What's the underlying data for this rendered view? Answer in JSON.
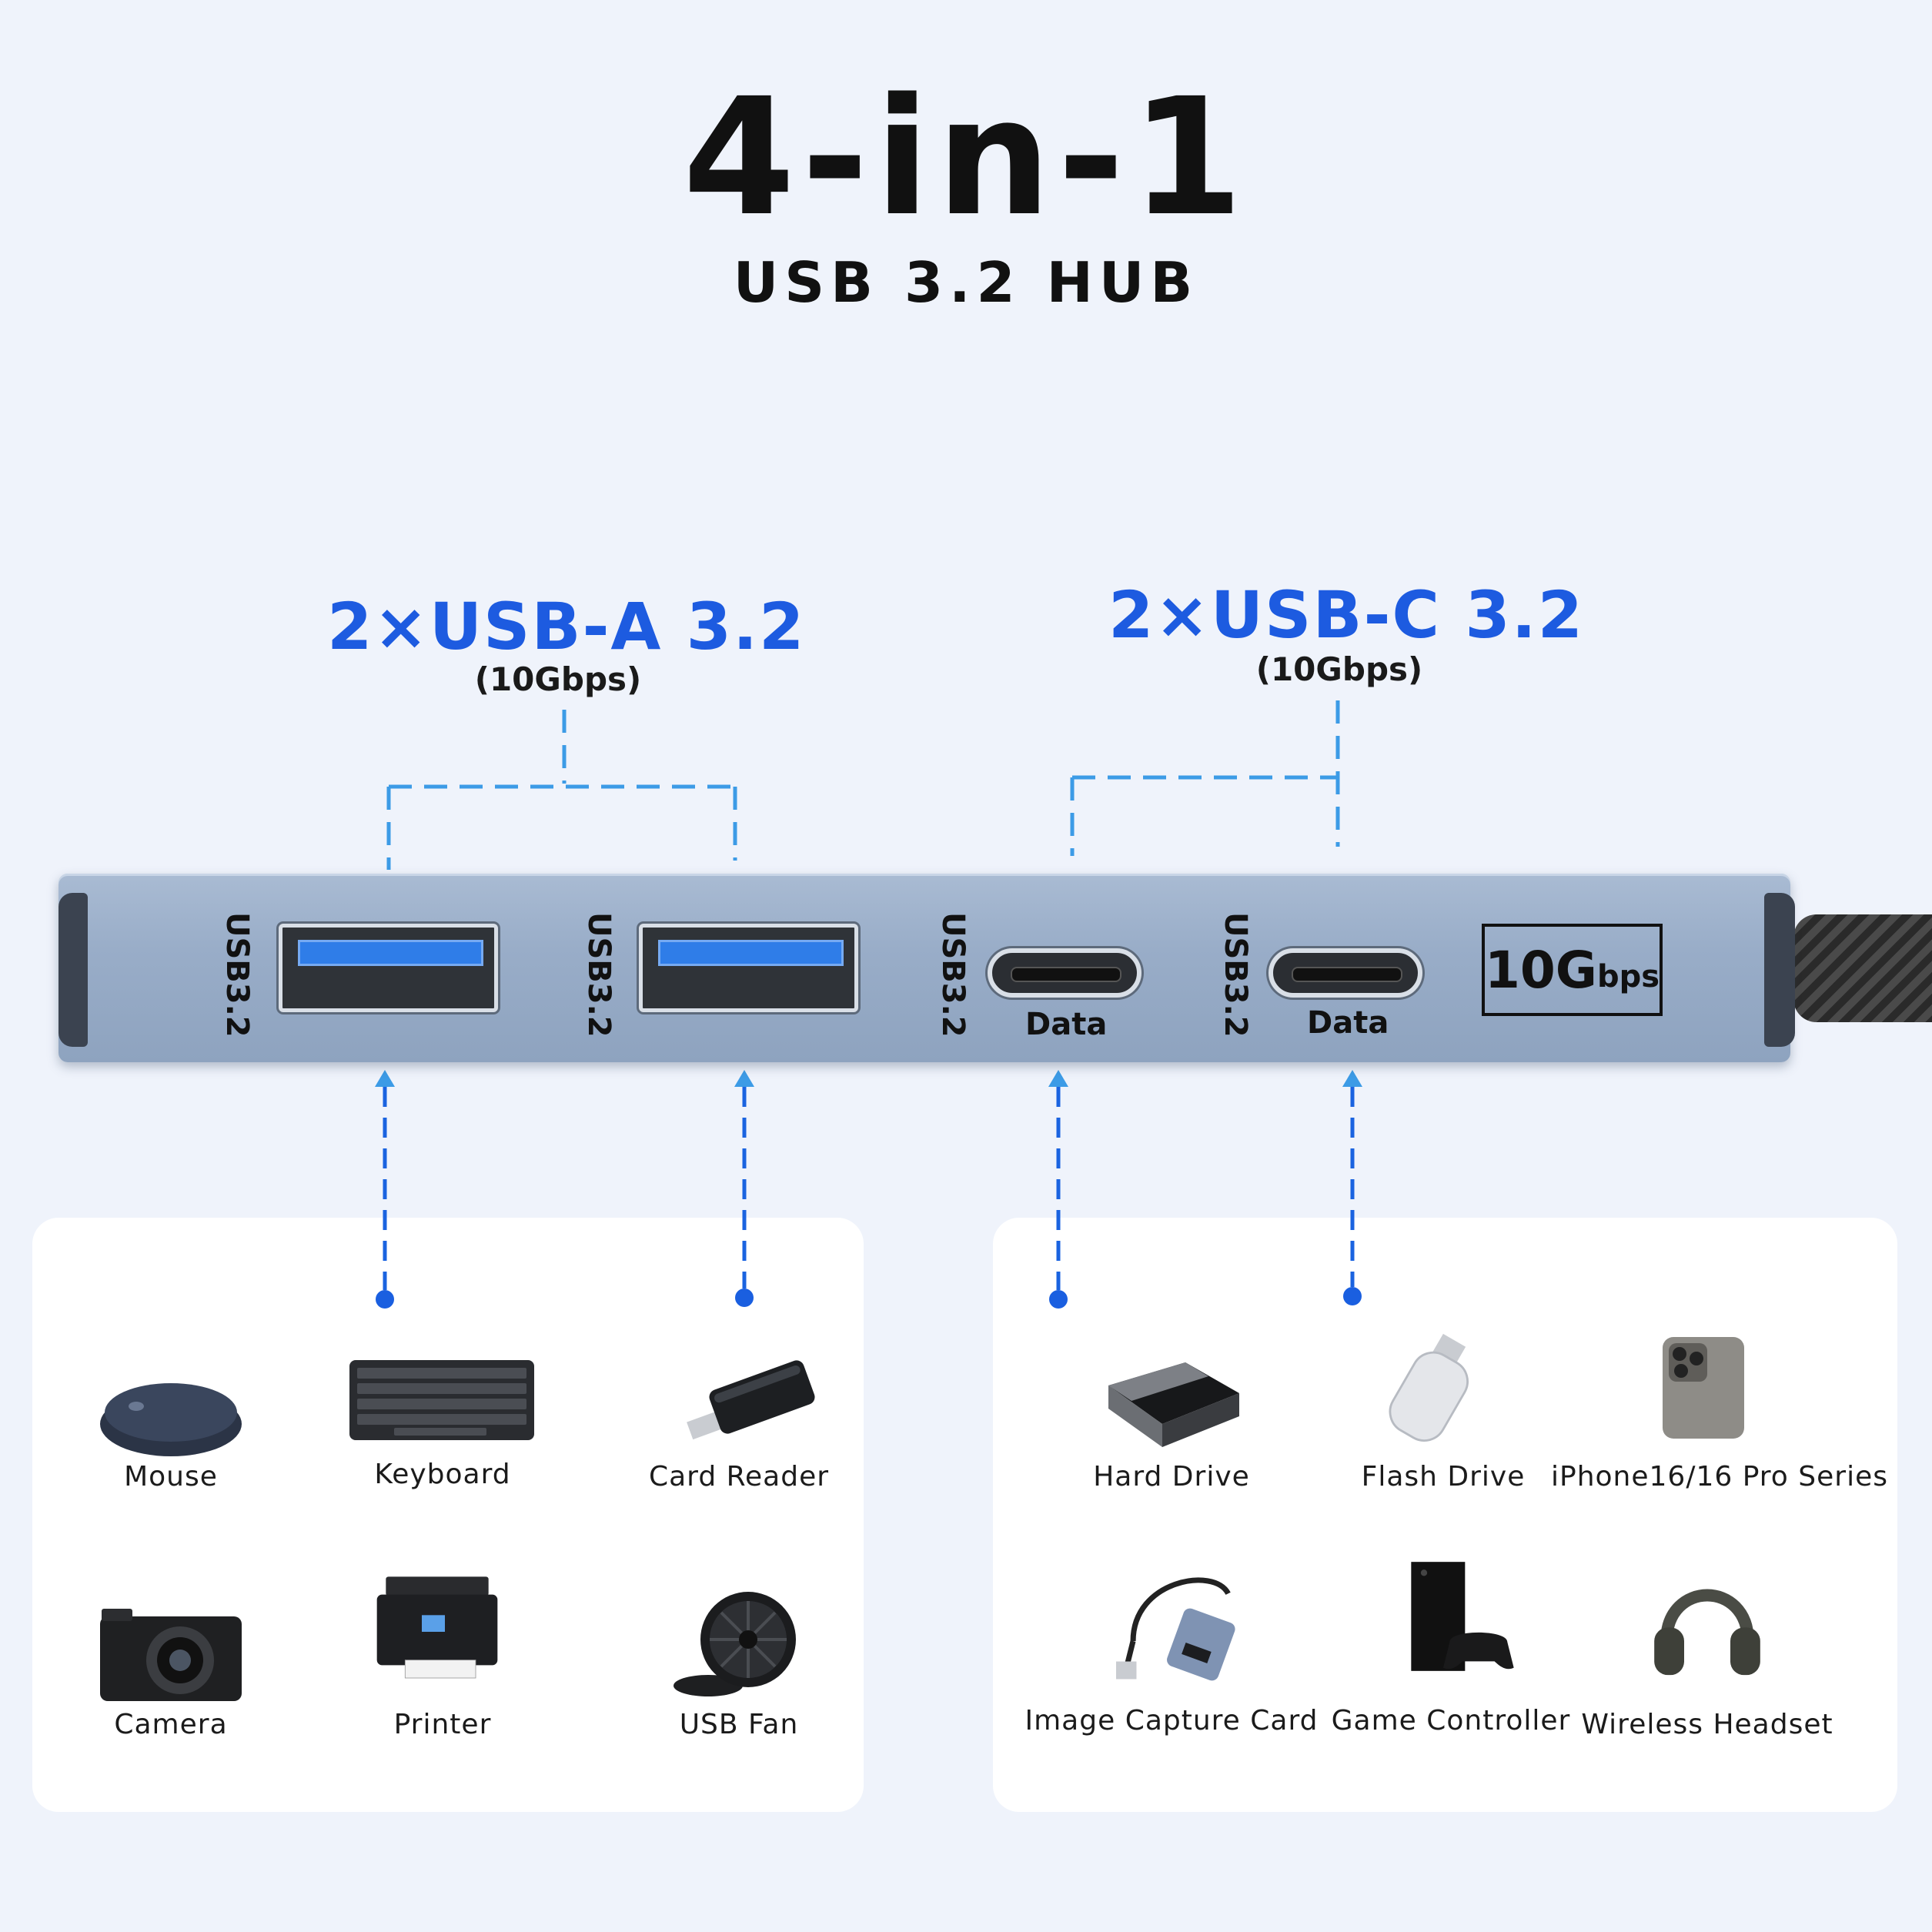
{
  "header": {
    "title": "4-in-1",
    "subtitle": "USB 3.2 HUB"
  },
  "groups": {
    "usb_a": {
      "title": "2×USB-A 3.2",
      "speed": "(10Gbps)"
    },
    "usb_c": {
      "title": "2×USB-C 3.2",
      "speed": "(10Gbps)"
    }
  },
  "hub": {
    "port_label": "USB3.2",
    "data_label": "Data",
    "speed_badge_main": "10G",
    "speed_badge_unit": "bps"
  },
  "devices_a": [
    {
      "label": "Mouse",
      "icon": "mouse-icon"
    },
    {
      "label": "Keyboard",
      "icon": "keyboard-icon"
    },
    {
      "label": "Card Reader",
      "icon": "card-reader-icon"
    },
    {
      "label": "Camera",
      "icon": "camera-icon"
    },
    {
      "label": "Printer",
      "icon": "printer-icon"
    },
    {
      "label": "USB Fan",
      "icon": "usb-fan-icon"
    }
  ],
  "devices_c": [
    {
      "label": "Hard Drive",
      "icon": "hard-drive-icon"
    },
    {
      "label": "Flash Drive",
      "icon": "flash-drive-icon"
    },
    {
      "label": "iPhone16/16 Pro Series",
      "icon": "phone-icon"
    },
    {
      "label": "Image Capture Card",
      "icon": "capture-card-icon"
    },
    {
      "label": "Game Controller",
      "icon": "console-icon"
    },
    {
      "label": "Wireless Headset",
      "icon": "headset-icon"
    }
  ],
  "colors": {
    "accent_blue": "#1d5be0",
    "dashed_line": "#3c9be6",
    "background": "#eff3fb",
    "hub_body": "#9aaec9"
  }
}
